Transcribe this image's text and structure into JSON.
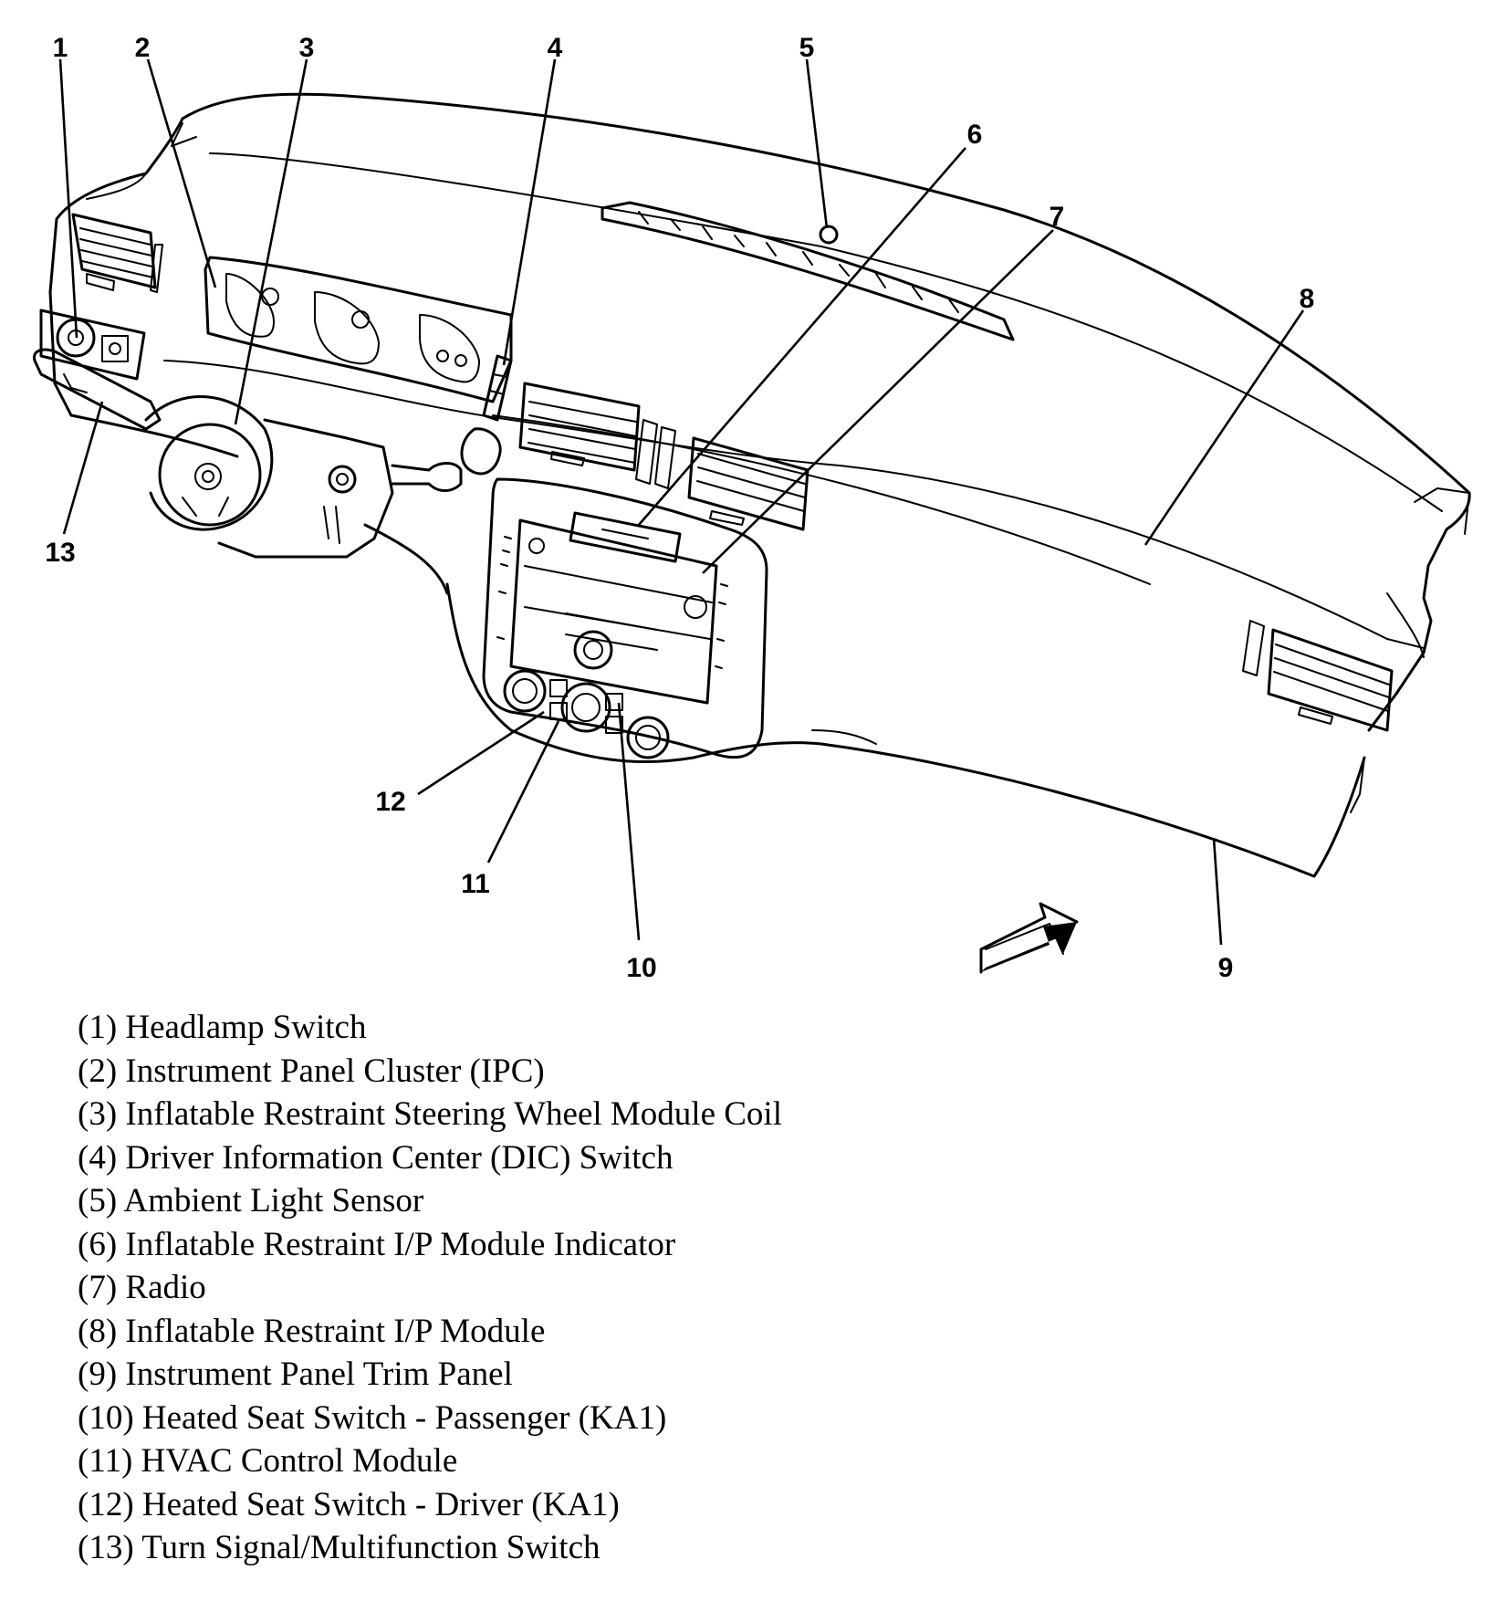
{
  "callouts": [
    {
      "num": "1",
      "name": "Headlamp Switch"
    },
    {
      "num": "2",
      "name": "Instrument Panel Cluster (IPC)"
    },
    {
      "num": "3",
      "name": "Inflatable Restraint Steering Wheel Module Coil"
    },
    {
      "num": "4",
      "name": "Driver Information Center (DIC) Switch"
    },
    {
      "num": "5",
      "name": "Ambient Light Sensor"
    },
    {
      "num": "6",
      "name": "Inflatable Restraint I/P Module Indicator"
    },
    {
      "num": "7",
      "name": "Radio"
    },
    {
      "num": "8",
      "name": "Inflatable Restraint I/P Module"
    },
    {
      "num": "9",
      "name": "Instrument Panel Trim Panel"
    },
    {
      "num": "10",
      "name": "Heated Seat Switch - Passenger (KA1)"
    },
    {
      "num": "11",
      "name": "HVAC Control Module"
    },
    {
      "num": "12",
      "name": "Heated Seat Switch - Driver (KA1)"
    },
    {
      "num": "13",
      "name": "Turn Signal/Multifunction Switch"
    }
  ],
  "legend": [
    "(1) Headlamp Switch",
    "(2) Instrument Panel Cluster (IPC)",
    "(3) Inflatable Restraint Steering Wheel Module Coil",
    "(4) Driver Information Center (DIC) Switch",
    "(5) Ambient Light Sensor",
    "(6) Inflatable Restraint I/P Module Indicator",
    "(7) Radio",
    "(8) Inflatable Restraint I/P Module",
    "(9) Instrument Panel Trim Panel",
    "(10) Heated Seat Switch - Passenger (KA1)",
    "(11) HVAC Control Module",
    "(12) Heated Seat Switch - Driver (KA1)",
    "(13) Turn Signal/Multifunction Switch"
  ],
  "icons": {
    "direction_arrow": "forward-arrow-icon"
  }
}
